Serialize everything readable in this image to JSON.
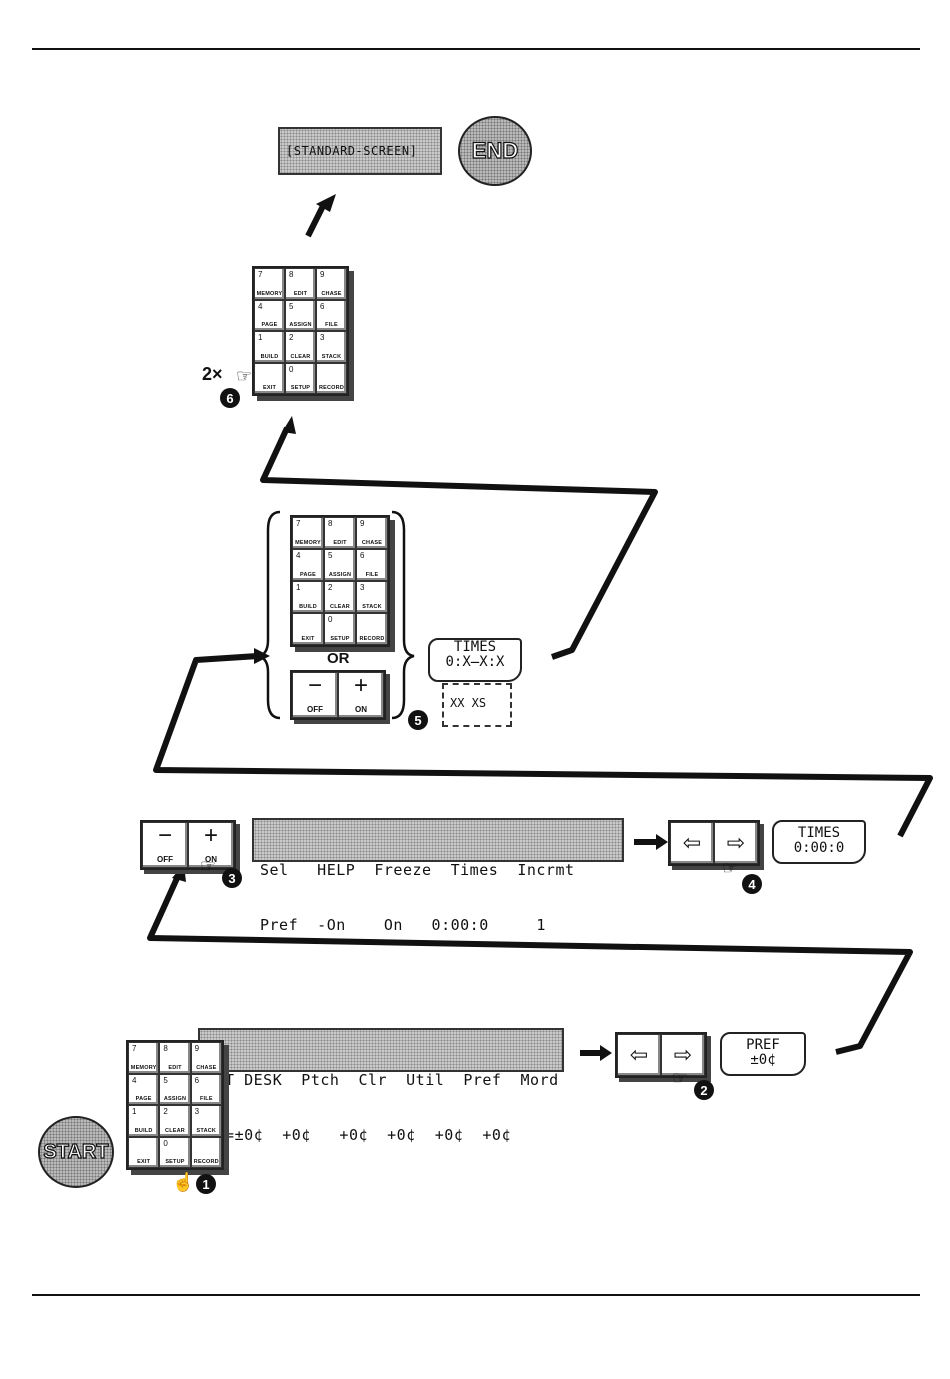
{
  "screen_end": {
    "display_text": "[STANDARD-SCREEN]",
    "end_label": "END"
  },
  "keypad_keys": [
    {
      "num": "7",
      "label": "MEMORY"
    },
    {
      "num": "8",
      "label": "EDIT"
    },
    {
      "num": "9",
      "label": "CHASE"
    },
    {
      "num": "4",
      "label": "PAGE"
    },
    {
      "num": "5",
      "label": "ASSIGN"
    },
    {
      "num": "6",
      "label": "FILE"
    },
    {
      "num": "1",
      "label": "BUILD"
    },
    {
      "num": "2",
      "label": "CLEAR"
    },
    {
      "num": "3",
      "label": "STACK"
    },
    {
      "num": "",
      "label": "EXIT"
    },
    {
      "num": "0",
      "label": "SETUP"
    },
    {
      "num": "",
      "label": "RECORD"
    }
  ],
  "step6": {
    "multiplier": "2×",
    "step_number": "6"
  },
  "step5": {
    "or_label": "OR",
    "minus_symbol": "−",
    "off_label": "OFF",
    "plus_symbol": "+",
    "on_label": "ON",
    "times_tag_title": "TIMES",
    "times_tag_value": "0:X̶X:X",
    "dashed_value": "XX XS",
    "step_number": "5"
  },
  "step3": {
    "minus_symbol": "−",
    "off_label": "OFF",
    "plus_symbol": "+",
    "on_label": "ON",
    "step_number": "3"
  },
  "lcd_middle": {
    "row1": "Sel   HELP  Freeze  Times  Incrmt",
    "row2": "Pref  -On    On   0:00:0     1"
  },
  "step4": {
    "left_arrow": "⇦",
    "right_arrow": "⇨",
    "tag_title": "TIMES",
    "tag_value": "0:00:0",
    "step_number": "4"
  },
  "lcd_bottom": {
    "row1": "SiT DESK  Ptch  Clr  Util  Pref  Mord",
    "row2": "UP=±0¢  +0¢   +0¢  +0¢  +0¢  +0¢"
  },
  "step2": {
    "left_arrow": "⇦",
    "right_arrow": "⇨",
    "tag_title": "PREF",
    "tag_value": "±0¢",
    "step_number": "2"
  },
  "start": {
    "label": "START",
    "step_number": "1"
  }
}
